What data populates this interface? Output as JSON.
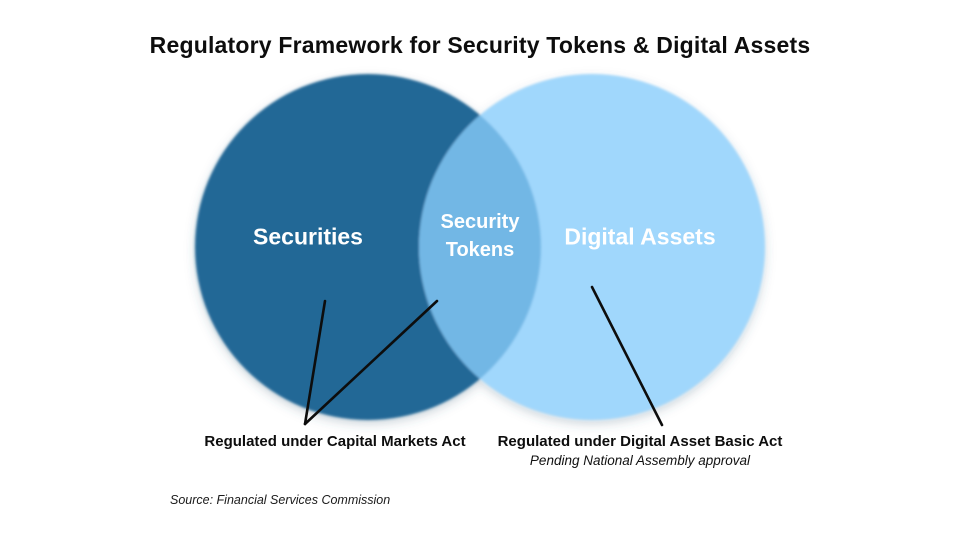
{
  "title": "Regulatory Framework for Security Tokens & Digital Assets",
  "venn": {
    "left_label": "Securities",
    "overlap_label_line1": "Security",
    "overlap_label_line2": "Tokens",
    "right_label": "Digital Assets",
    "colors": {
      "left_circle": "#246896",
      "right_circle": "#A0D7FC",
      "overlap": "#72B7E5",
      "label_text": "#FFFFFF",
      "leader_line": "#0d0d0d"
    }
  },
  "annotations": {
    "left": {
      "text": "Regulated under Capital Markets Act"
    },
    "right": {
      "text": "Regulated under Digital Asset Basic Act",
      "subtext": "Pending National Assembly approval"
    }
  },
  "source": "Source: Financial Services Commission"
}
